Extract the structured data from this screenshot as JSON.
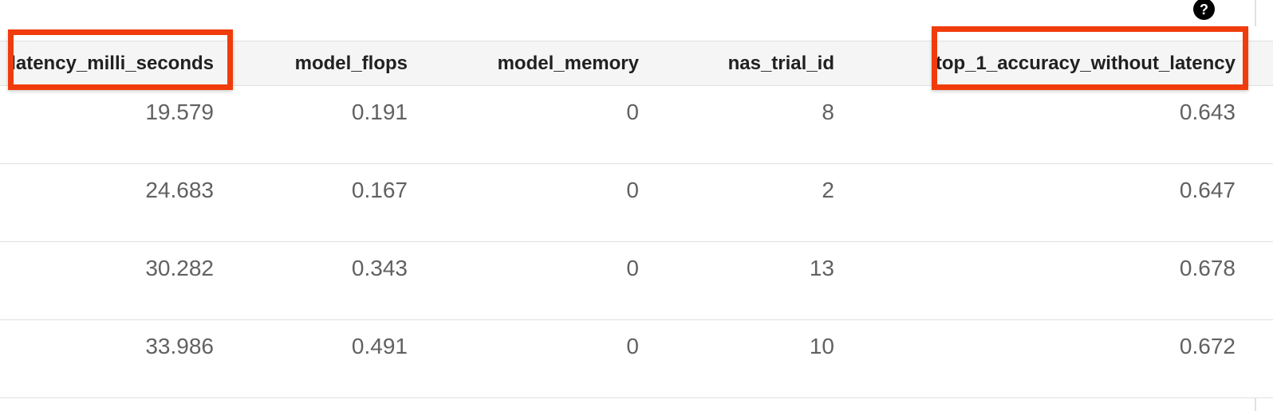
{
  "help": {
    "icon_glyph": "?"
  },
  "table": {
    "columns": [
      {
        "label": "latency_milli_seconds",
        "highlighted": true
      },
      {
        "label": "model_flops",
        "highlighted": false
      },
      {
        "label": "model_memory",
        "highlighted": false
      },
      {
        "label": "nas_trial_id",
        "highlighted": false
      },
      {
        "label": "top_1_accuracy_without_latency",
        "highlighted": true
      }
    ],
    "rows": [
      {
        "latency_milli_seconds": "19.579",
        "model_flops": "0.191",
        "model_memory": "0",
        "nas_trial_id": "8",
        "top_1_accuracy_without_latency": "0.643"
      },
      {
        "latency_milli_seconds": "24.683",
        "model_flops": "0.167",
        "model_memory": "0",
        "nas_trial_id": "2",
        "top_1_accuracy_without_latency": "0.647"
      },
      {
        "latency_milli_seconds": "30.282",
        "model_flops": "0.343",
        "model_memory": "0",
        "nas_trial_id": "13",
        "top_1_accuracy_without_latency": "0.678"
      },
      {
        "latency_milli_seconds": "33.986",
        "model_flops": "0.491",
        "model_memory": "0",
        "nas_trial_id": "10",
        "top_1_accuracy_without_latency": "0.672"
      }
    ]
  },
  "colors": {
    "highlight_orange": "#f03c0c",
    "header_background": "#f5f5f5",
    "grid_line": "#e0e0e0",
    "header_text": "#212121",
    "value_text": "#616161",
    "help_icon_background": "#000000",
    "help_icon_glyph": "#ffffff"
  }
}
